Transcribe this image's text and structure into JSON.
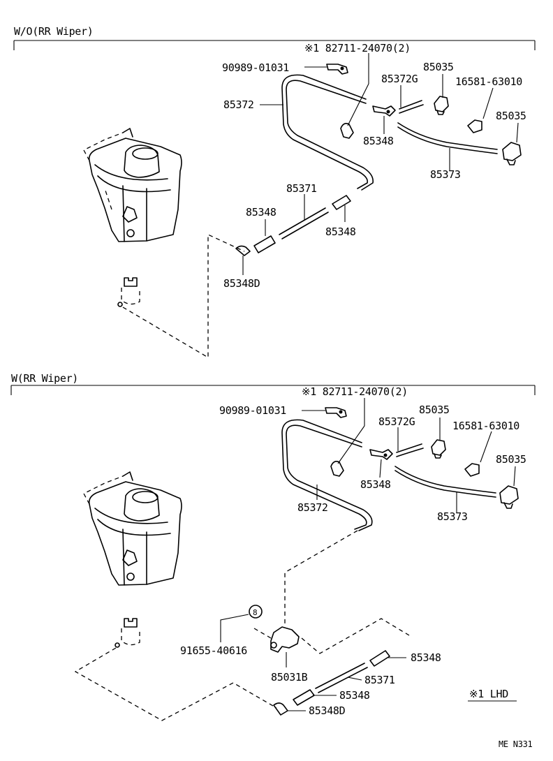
{
  "sections": [
    {
      "header": "W/O(RR Wiper)",
      "note": "※1 82711-24070(2)",
      "parts": {
        "p90989": "90989-01031",
        "p85372": "85372",
        "p85372g": "85372G",
        "p85035a": "85035",
        "p16581": "16581-63010",
        "p85035b": "85035",
        "p85348a": "85348",
        "p85373": "85373",
        "p85371": "85371",
        "p85348b": "85348",
        "p85348c": "85348",
        "p85348d": "85348D"
      }
    },
    {
      "header": "W(RR Wiper)",
      "note": "※1 82711-24070(2)",
      "parts": {
        "p90989": "90989-01031",
        "p85035a": "85035",
        "p85372g": "85372G",
        "p16581": "16581-63010",
        "p85035b": "85035",
        "p85348a": "85348",
        "p85372": "85372",
        "p85373": "85373",
        "p91655": "91655-40616",
        "p85031b": "85031B",
        "p85348b": "85348",
        "p85371": "85371",
        "p85348c": "85348",
        "p85348d": "85348D"
      },
      "circle_mark": "8"
    }
  ],
  "legend": "※1 LHD",
  "figure_code": "ME N331",
  "colors": {
    "ink": "#000000",
    "paper": "#ffffff"
  }
}
